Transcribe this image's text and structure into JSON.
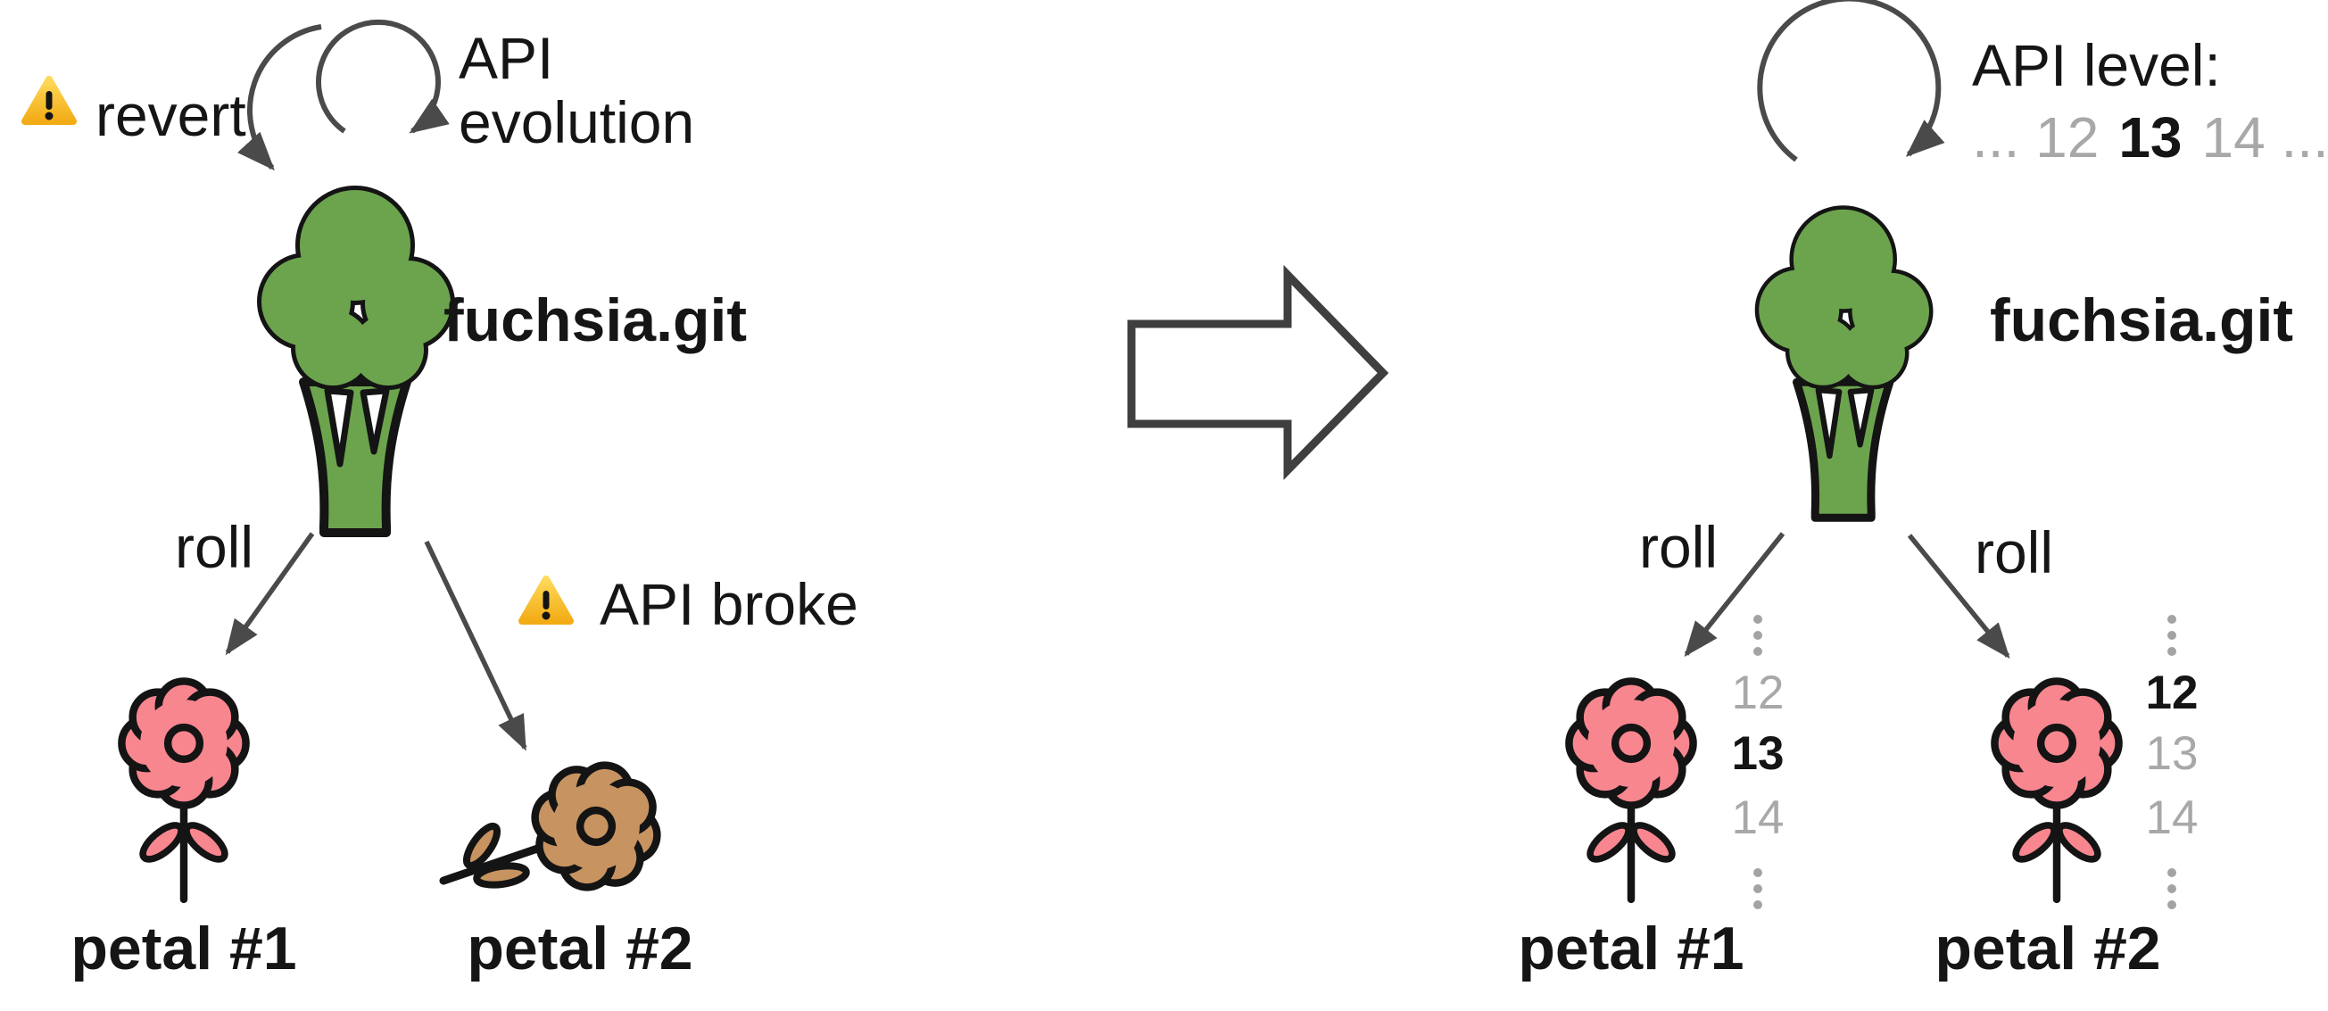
{
  "left_panel": {
    "revert_label": "revert",
    "api_evolution_line1": "API",
    "api_evolution_line2": "evolution",
    "repo_label": "fuchsia.git",
    "roll_label": "roll",
    "api_broke_label": "API broke",
    "petal1_label": "petal #1",
    "petal2_label": "petal #2"
  },
  "right_panel": {
    "api_level_label": "API level:",
    "api_level_sequence": {
      "before": "... 12",
      "current": "13",
      "after": "14 ..."
    },
    "repo_label": "fuchsia.git",
    "roll_label_1": "roll",
    "roll_label_2": "roll",
    "petal1_levels": {
      "prev": "12",
      "current": "13",
      "next": "14"
    },
    "petal2_levels": {
      "current": "12",
      "next": "13",
      "later": "14"
    },
    "petal1_label": "petal #1",
    "petal2_label": "petal #2"
  },
  "colors": {
    "broccoli_green": "#6CA44E",
    "flower_pink": "#F7868F",
    "flower_wilted_brown": "#C79360",
    "arrow_gray": "#4A4A4A",
    "muted_text_gray": "#A8A8A8",
    "warning_yellow": "#FFC53D",
    "text_black": "#151515"
  }
}
